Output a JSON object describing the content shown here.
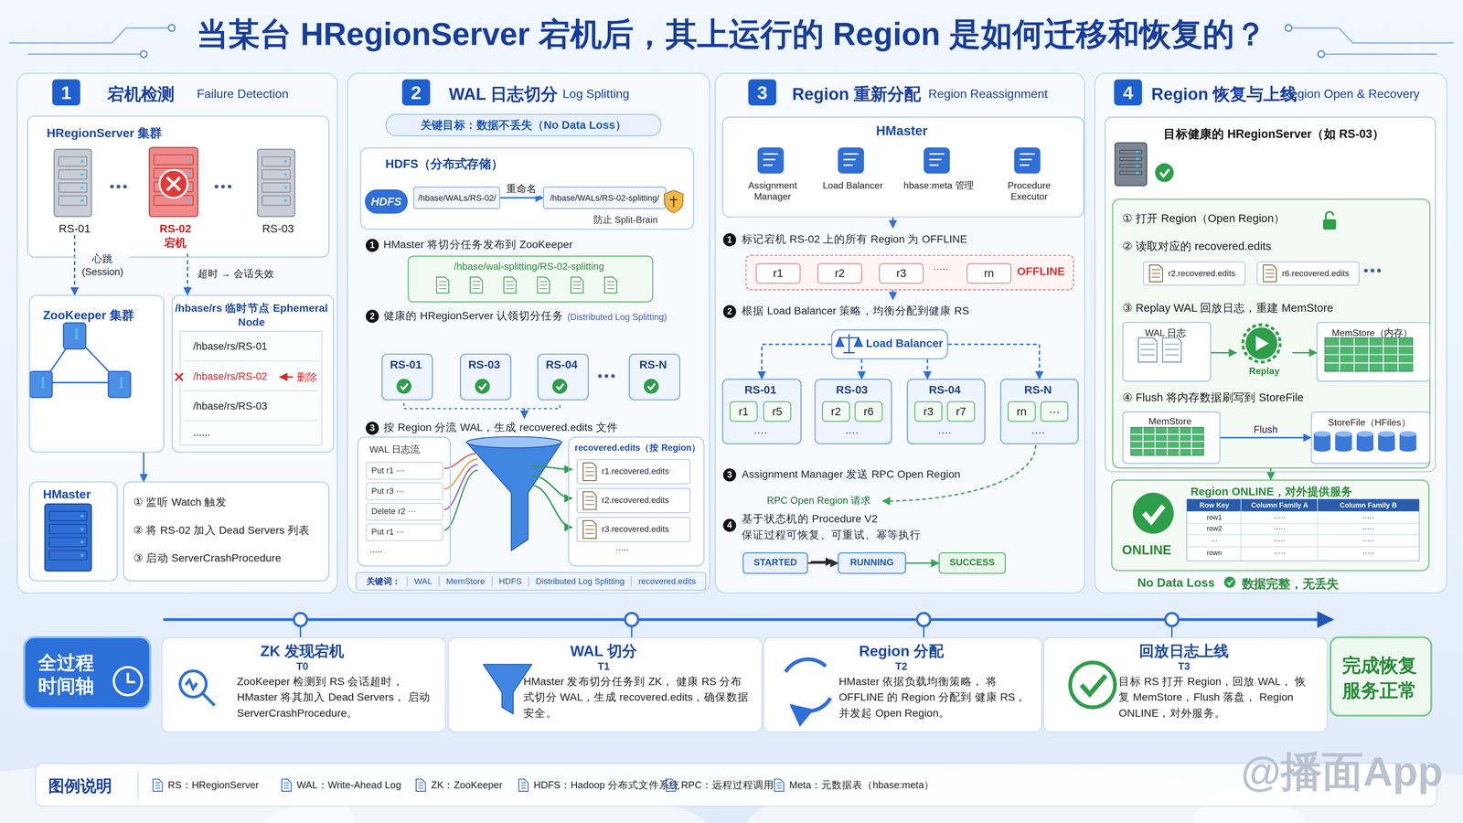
{
  "diagram": {
    "title": "当某台 HRegionServer 宕机后，其上运行的 Region 是如何迁移和恢复的？",
    "nodes": [
      {
        "text": [
          "1",
          "宕机检测",
          "Failure Detection"
        ]
      },
      {
        "text": [
          "HRegionServer 集群"
        ],
        "in": 0
      },
      {
        "text": [
          "RS-01"
        ],
        "in": 1
      },
      {
        "text": [
          "RS-02",
          "宕机"
        ],
        "in": 1
      },
      {
        "text": [
          "RS-03"
        ],
        "in": 1
      },
      {
        "text": [
          "ZooKeeper 集群"
        ],
        "in": 0
      },
      {
        "text": [
          "/hbase/rs 临时节点 Ephemeral Node",
          "/hbase/rs/RS-01",
          "/hbase/rs/RS-02",
          "/hbase/rs/RS-03",
          "......"
        ],
        "in": 0
      },
      {
        "text": [
          "HMaster"
        ],
        "in": 0
      },
      {
        "text": [
          "① 监听 Watch 触发",
          "② 将 RS-02 加入 Dead Servers 列表",
          "③ 启动 ServerCrashProcedure"
        ],
        "in": 0
      },
      {
        "text": [
          "2",
          "WAL 日志切分",
          "Log Splitting"
        ]
      },
      {
        "text": [
          "关键目标：数据不丢失（No Data Loss）"
        ],
        "in": 9
      },
      {
        "text": [
          "HDFS（分布式存储）"
        ],
        "in": 9
      },
      {
        "text": [
          "HDFS"
        ],
        "in": 11
      },
      {
        "text": [
          "/hbase/WALs/RS-02/"
        ],
        "in": 11
      },
      {
        "text": [
          "/hbase/WALs/RS-02-splitting/"
        ],
        "in": 11
      },
      {
        "text": [
          "/hbase/wal-splitting/RS-02-splitting"
        ],
        "in": 9
      },
      {
        "text": [
          "RS-01"
        ],
        "in": 9
      },
      {
        "text": [
          "RS-03"
        ],
        "in": 9
      },
      {
        "text": [
          "RS-04"
        ],
        "in": 9
      },
      {
        "text": [
          "RS-N"
        ],
        "in": 9
      },
      {
        "text": [
          "WAL 日志流",
          "Put r1 ···",
          "Put r3 ···",
          "Delete r2 ···",
          "Put r1 ···",
          "....."
        ],
        "in": 9
      },
      {
        "text": [
          "recovered.edits（按 Region）"
        ],
        "in": 9
      },
      {
        "text": [
          "r1.recovered.edits"
        ],
        "in": 21
      },
      {
        "text": [
          "r2.recovered.edits"
        ],
        "in": 21
      },
      {
        "text": [
          "r3.recovered.edits"
        ],
        "in": 21
      },
      {
        "text": [
          "关键词：",
          "WAL",
          "MemStore",
          "HDFS",
          "Distributed Log Splitting",
          "recovered.edits"
        ],
        "in": 9
      },
      {
        "text": [
          "3",
          "Region 重新分配",
          "Region Reassignment"
        ]
      },
      {
        "text": [
          "HMaster"
        ],
        "in": 26
      },
      {
        "text": [
          "Assignment Manager"
        ],
        "in": 27
      },
      {
        "text": [
          "Load Balancer"
        ],
        "in": 27
      },
      {
        "text": [
          "hbase:meta 管理"
        ],
        "in": 27
      },
      {
        "text": [
          "Procedure Executor"
        ],
        "in": 27
      },
      {
        "text": [
          "OFFLINE"
        ],
        "in": 26
      },
      {
        "text": [
          "r1"
        ],
        "in": 32
      },
      {
        "text": [
          "r2"
        ],
        "in": 32
      },
      {
        "text": [
          "r3"
        ],
        "in": 32
      },
      {
        "text": [
          "rn"
        ],
        "in": 32
      },
      {
        "text": [
          "Load Balancer"
        ],
        "in": 26
      },
      {
        "text": [
          "RS-01",
          "····"
        ],
        "in": 26
      },
      {
        "text": [
          "r1"
        ],
        "in": 38
      },
      {
        "text": [
          "r5"
        ],
        "in": 38
      },
      {
        "text": [
          "RS-03",
          "····"
        ],
        "in": 26
      },
      {
        "text": [
          "r2"
        ],
        "in": 41
      },
      {
        "text": [
          "r6"
        ],
        "in": 41
      },
      {
        "text": [
          "RS-04",
          "····"
        ],
        "in": 26
      },
      {
        "text": [
          "r3"
        ],
        "in": 44
      },
      {
        "text": [
          "r7"
        ],
        "in": 44
      },
      {
        "text": [
          "RS-N",
          "····"
        ],
        "in": 26
      },
      {
        "text": [
          "rn"
        ],
        "in": 47
      },
      {
        "text": [
          "···"
        ],
        "in": 47
      },
      {
        "text": [
          "STARTED"
        ],
        "in": 26
      },
      {
        "text": [
          "RUNNING"
        ],
        "in": 26
      },
      {
        "text": [
          "SUCCESS"
        ],
        "in": 26
      },
      {
        "text": [
          "4",
          "Region 恢复与上线",
          "Region Open & Recovery"
        ]
      },
      {
        "text": [
          "目标健康的 HRegionServer（如 RS-03）"
        ],
        "in": 53
      },
      {
        "text": [
          "① 打开 Region（Open Region）",
          "② 读取对应的 recovered.edits",
          "③ Replay WAL 回放日志，重建 MemStore",
          "④ Flush 将内存数据刷写到 StoreFile"
        ],
        "in": 54
      },
      {
        "text": [
          "r2.recovered.edits"
        ],
        "in": 55
      },
      {
        "text": [
          "r6.recovered.edits"
        ],
        "in": 55
      },
      {
        "text": [
          "WAL 日志"
        ],
        "in": 55
      },
      {
        "text": [
          "Replay"
        ],
        "in": 55
      },
      {
        "text": [
          "MemStore（内存）"
        ],
        "in": 55
      },
      {
        "text": [
          "MemStore"
        ],
        "in": 55
      },
      {
        "text": [
          "StoreFile（HFiles）"
        ],
        "in": 55
      },
      {
        "text": [
          "Region ONLINE，对外提供服务",
          "ONLINE"
        ],
        "in": 53
      },
      {
        "text": [
          "全过程 时间轴"
        ]
      },
      {
        "text": [
          "ZK 发现宕机",
          "T0",
          "ZooKeeper 检测到 RS 会话超时， HMaster 将其加入 Dead Servers， 启动 ServerCrashProcedure。"
        ]
      },
      {
        "text": [
          "WAL 切分",
          "T1",
          "HMaster 发布切分任务到 ZK， 健康 RS 分布式切分 WAL，生成 recovered.edits，确保数据安全。"
        ]
      },
      {
        "text": [
          "Region 分配",
          "T2",
          "HMaster 依据负载均衡策略， 将 OFFLINE 的 Region 分配到 健康 RS，并发起 Open Region。"
        ]
      },
      {
        "text": [
          "回放日志上线",
          "T3",
          "目标 RS 打开 Region，回放 WAL， 恢复 MemStore，Flush 落盘， Region ONLINE，对外服务。"
        ]
      },
      {
        "text": [
          "完成恢复 服务正常"
        ]
      }
    ],
    "edges": [
      {
        "from": 2,
        "to": 5,
        "label": "心跳 (Session)",
        "arrow": "to"
      },
      {
        "from": 3,
        "to": 6,
        "label": "超时 → 会话失效",
        "arrow": "to"
      },
      {
        "from": 5,
        "to": 8,
        "arrow": "to"
      },
      {
        "from": 13,
        "to": 14,
        "label": "重命名",
        "arrow": "to"
      },
      {
        "from": 37,
        "to": 38,
        "arrow": "to"
      },
      {
        "from": 37,
        "to": 41,
        "arrow": "to"
      },
      {
        "from": 37,
        "to": 44,
        "arrow": "to"
      },
      {
        "from": 37,
        "to": 47,
        "arrow": "to"
      },
      {
        "from": 50,
        "to": 51,
        "arrow": "to"
      },
      {
        "from": 51,
        "to": 52,
        "arrow": "to"
      },
      {
        "from": 58,
        "to": 59,
        "arrow": "to"
      },
      {
        "from": 59,
        "to": 60,
        "arrow": "to"
      },
      {
        "from": 61,
        "to": 62,
        "label": "Flush",
        "arrow": "to"
      },
      {
        "from": 55,
        "to": 63,
        "arrow": "to"
      }
    ],
    "labels": [
      "删除",
      "防止 Split-Brain",
      "1",
      "HMaster 将切分任务发布到 ZooKeeper",
      "2",
      "健康的 HRegionServer 认领切分任务",
      "(Distributed Log Splitting)",
      "3",
      "按 Region 分流 WAL，生成 recovered.edits 文件",
      ".....",
      "1",
      "标记宕机 RS-02 上的所有 Region 为 OFFLINE",
      "·····",
      "2",
      "根据 Load Balancer 策略，均衡分配到健康 RS",
      "3",
      "Assignment Manager 发送 RPC Open Region",
      "RPC Open Region 请求",
      "4",
      "基于状态机的 Procedure V2",
      "保证过程可恢复、可重试、幂等执行",
      "Row Key",
      "Column Family A",
      "Column Family B",
      "row1",
      "·····",
      "·····",
      "row2",
      "·····",
      "·····",
      "···",
      "·····",
      "·····",
      "rown",
      "·····",
      "·····",
      "No Data Loss",
      "数据完整，无丢失",
      "图例说明",
      "@播面App"
    ],
    "legend": [
      {
        "text": "RS：HRegionServer"
      },
      {
        "text": "WAL：Write-Ahead Log"
      },
      {
        "text": "ZK：ZooKeeper"
      },
      {
        "text": "HDFS：Hadoop 分布式文件系统"
      },
      {
        "text": "RPC：远程过程调用"
      },
      {
        "text": "Meta：元数据表（hbase:meta）"
      }
    ]
  }
}
